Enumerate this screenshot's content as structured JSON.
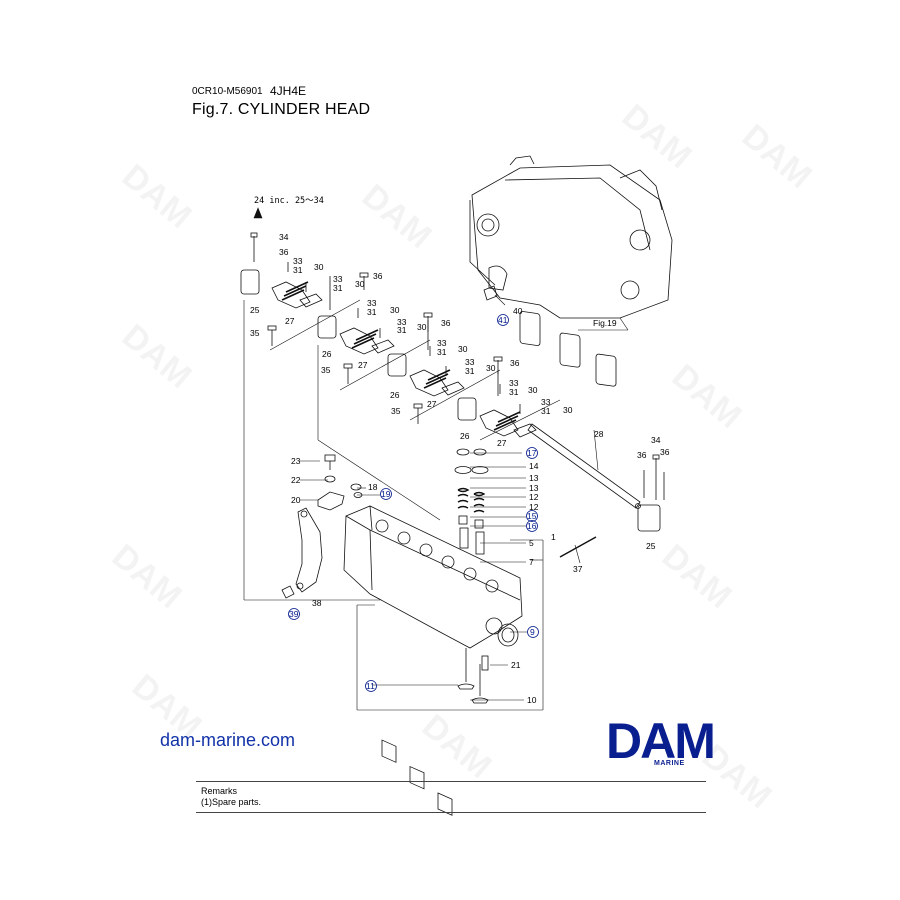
{
  "header": {
    "code": "0CR10-M56901",
    "model": "4JH4E",
    "title": "Fig.7.  CYLINDER HEAD"
  },
  "watermark": {
    "text": "DAM"
  },
  "callouts": {
    "group_note": "24 inc. 25～34",
    "fig_ref": "Fig.19",
    "n1": "1",
    "n5": "5",
    "n7": "7",
    "n9": "9",
    "n10": "10",
    "n11": "11",
    "n12": "12",
    "n13": "13",
    "n14": "14",
    "n15": "15",
    "n16": "16",
    "n17": "17",
    "n18": "18",
    "n19": "19",
    "n20": "20",
    "n21": "21",
    "n22": "22",
    "n23": "23",
    "n25": "25",
    "n26": "26",
    "n27": "27",
    "n28": "28",
    "n30": "30",
    "n31": "31",
    "n33": "33",
    "n34": "34",
    "n35": "35",
    "n36": "36",
    "n37": "37",
    "n38": "38",
    "n39": "39",
    "n40": "40",
    "n41": "41"
  },
  "circled_parts": [
    "9",
    "11",
    "15",
    "16",
    "17",
    "19",
    "39",
    "41"
  ],
  "footer": {
    "website": "dam-marine.com",
    "logo": "DAM",
    "logo_sub": "MARINE"
  },
  "remarks": {
    "title": "Remarks",
    "line1": "(1)Spare parts."
  },
  "colors": {
    "brand": "#0a1f8f",
    "link": "#1232a8",
    "callout_circle": "#00188a"
  }
}
